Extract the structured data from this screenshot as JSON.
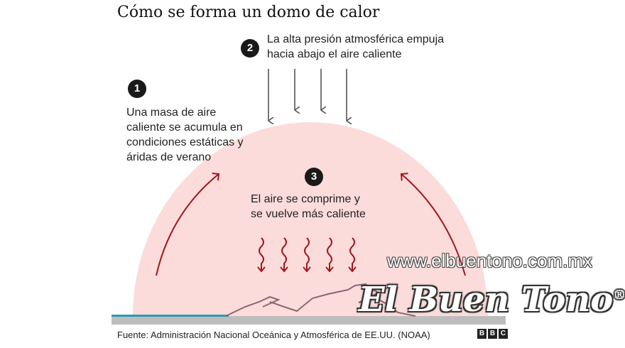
{
  "title": "Cómo se forma un domo de calor",
  "steps": [
    {
      "number": "1",
      "text_lines": [
        "Una masa de aire",
        "caliente se acumula en",
        "condiciones estáticas y",
        "áridas de verano"
      ]
    },
    {
      "number": "2",
      "text_lines": [
        "La alta presión atmosférica empuja",
        "hacia abajo el aire caliente"
      ]
    },
    {
      "number": "3",
      "text_lines": [
        "El aire se comprime y",
        "se vuelve más caliente"
      ]
    }
  ],
  "source": "Fuente: Administración Nacional Oceánica y Atmosférica de EE.UU. (NOAA)",
  "logo": [
    "B",
    "B",
    "C"
  ],
  "watermark": {
    "name": "El Buen Tono",
    "mark": "®",
    "url": "www.elbuentono.com.mx"
  },
  "colors": {
    "dome": "#fbdcdb",
    "arrow_red": "#a3151c",
    "ground": "#bdbdbd",
    "water": "#2a9bb0",
    "mountain": "#8c6670"
  }
}
